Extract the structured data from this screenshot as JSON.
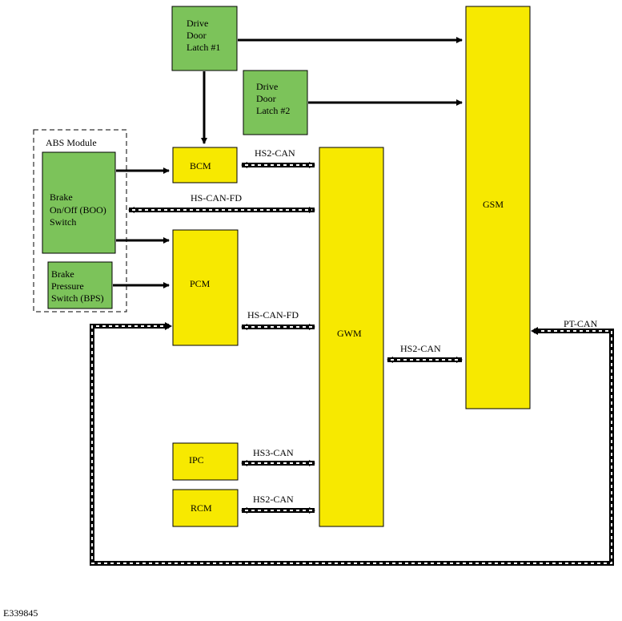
{
  "figure_id": "E339845",
  "module_group": {
    "label": "ABS Module"
  },
  "modules": {
    "drive_door_latch_1": {
      "lines": [
        "Drive",
        "Door",
        "Latch #1"
      ],
      "color": "#7cc35a"
    },
    "drive_door_latch_2": {
      "lines": [
        "Drive",
        "Door",
        "Latch #2"
      ],
      "color": "#7cc35a"
    },
    "boo_switch": {
      "lines": [
        "Brake",
        "On/Off (BOO)",
        "Switch"
      ],
      "color": "#7cc35a"
    },
    "bps": {
      "lines": [
        "Brake",
        "Pressure",
        "Switch (BPS)"
      ],
      "color": "#7cc35a"
    },
    "bcm": {
      "label": "BCM",
      "color": "#f7e900"
    },
    "pcm": {
      "label": "PCM",
      "color": "#f7e900"
    },
    "ipc": {
      "label": "IPC",
      "color": "#f7e900"
    },
    "rcm": {
      "label": "RCM",
      "color": "#f7e900"
    },
    "gwm": {
      "label": "GWM",
      "color": "#f7e900"
    },
    "gsm": {
      "label": "GSM",
      "color": "#f7e900"
    }
  },
  "bus_labels": {
    "bcm_gwm": "HS2-CAN",
    "abs_gwm": "HS-CAN-FD",
    "pcm_gwm": "HS-CAN-FD",
    "gwm_gsm": "HS2-CAN",
    "gsm_pt": "PT-CAN",
    "ipc_gwm": "HS3-CAN",
    "rcm_gwm": "HS2-CAN"
  }
}
